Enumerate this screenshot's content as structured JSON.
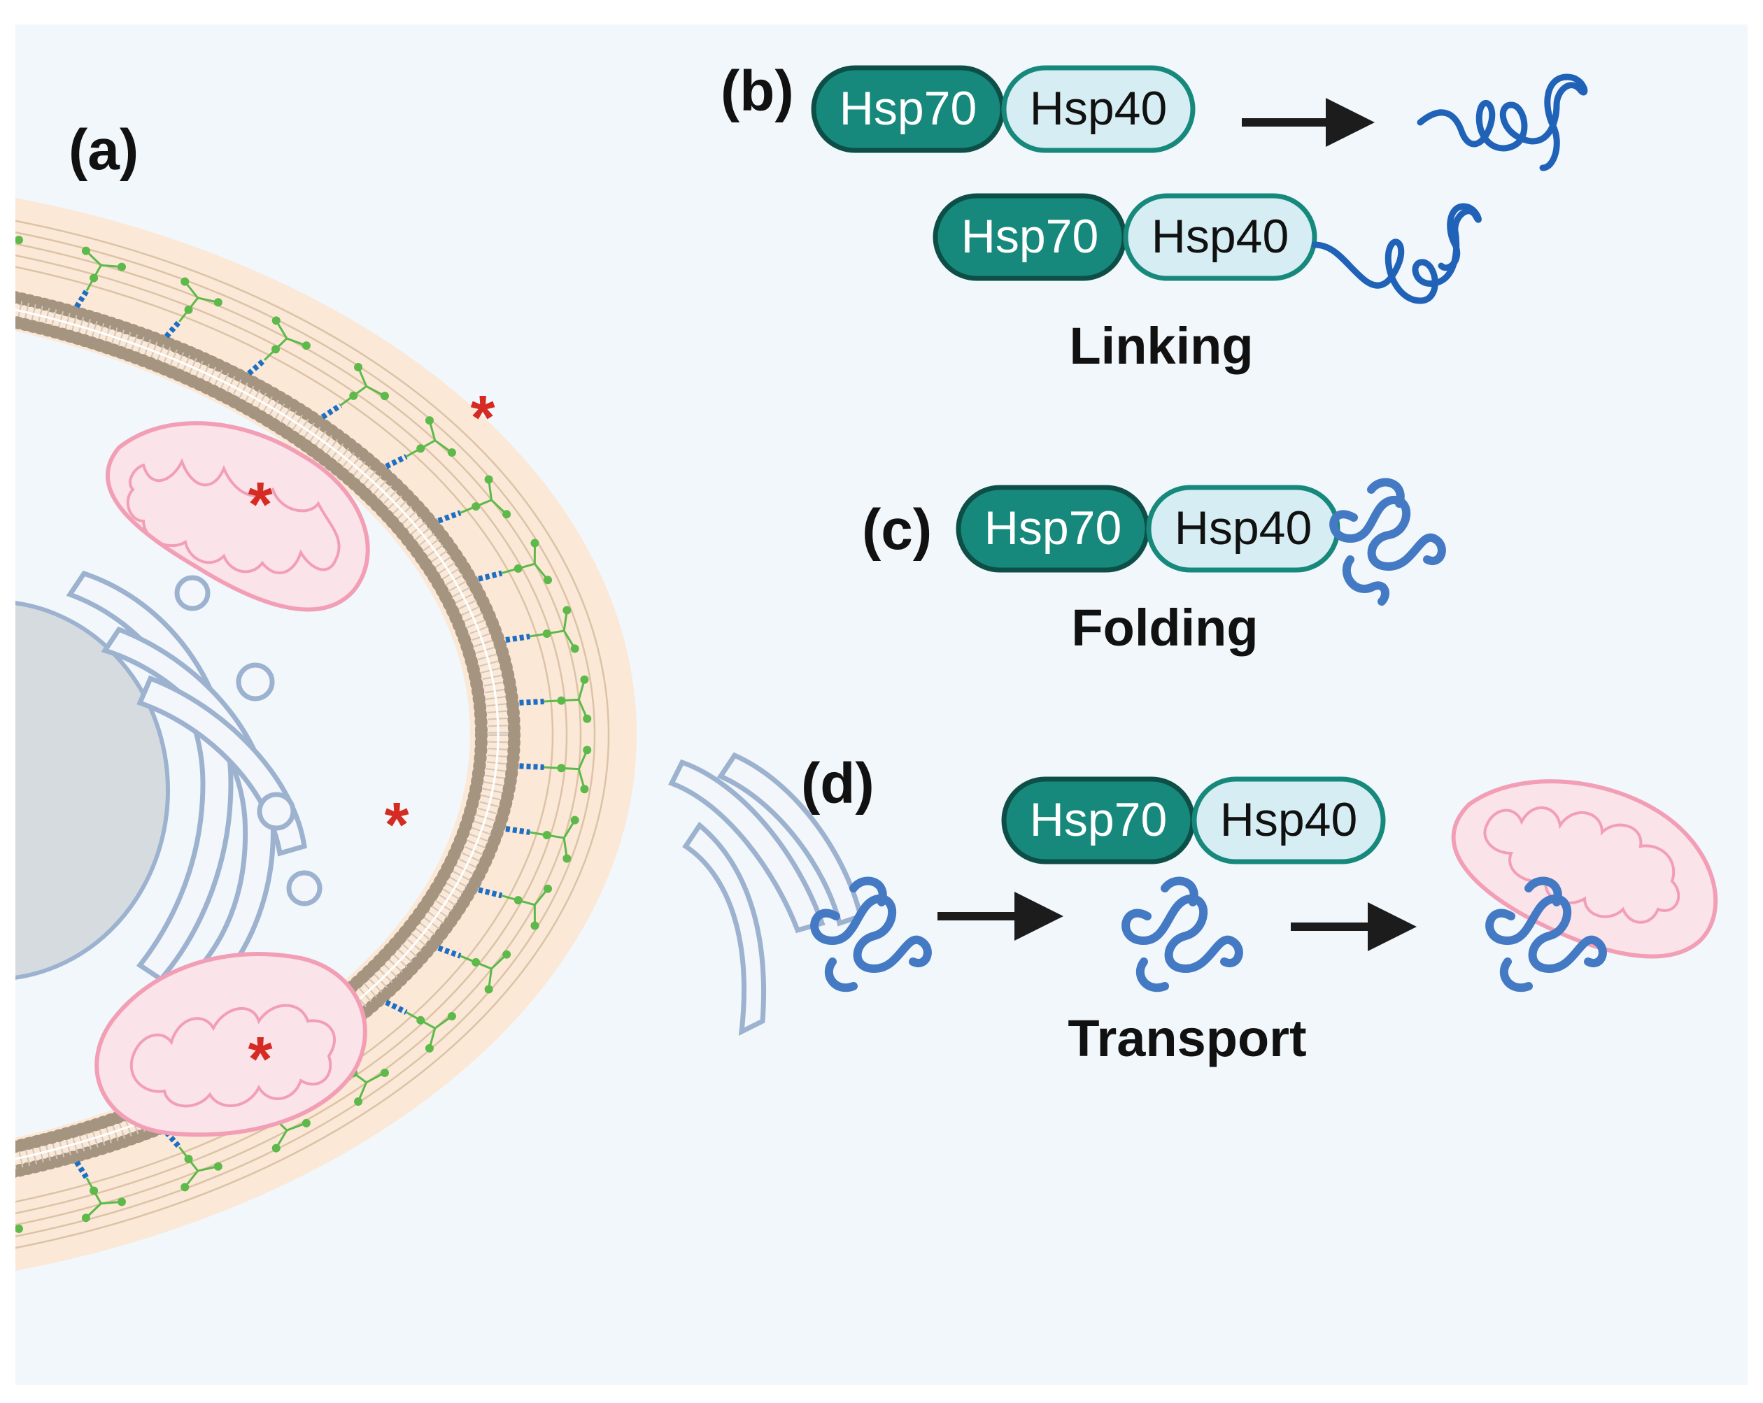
{
  "colors": {
    "background": "#f1f7fb",
    "hsp70_fill": "#17897c",
    "hsp70_stroke": "#0d4f47",
    "hsp40_fill": "#d6eef3",
    "hsp40_stroke": "#17897c",
    "membrane_bead": "#a59480",
    "glycocalyx": "#fbe8d6",
    "glycan_green": "#5cb94a",
    "glycan_link_blue": "#1e6fc4",
    "mito_fill": "#fbe3ea",
    "mito_stroke": "#f29fb6",
    "golgi_fill": "#f3f7fc",
    "golgi_stroke": "#9cb2cf",
    "nucleus_fill": "#d6dbe0",
    "protein_blue": "#1f62b8",
    "asterisk_red": "#d62b22",
    "arrow": "#1c1c1c"
  },
  "labels": {
    "panel_a": "(a)",
    "panel_b": "(b)",
    "panel_c": "(c)",
    "panel_d": "(d)"
  },
  "chaperones": {
    "hsp70": "Hsp70",
    "hsp40": "Hsp40"
  },
  "captions": {
    "linking": "Linking",
    "folding": "Folding",
    "transport": "Transport"
  },
  "markers": {
    "asterisk": "*"
  },
  "icons": [
    "cell-membrane-icon",
    "mitochondrion-icon",
    "golgi-icon",
    "nucleus-icon",
    "protein-coil-icon",
    "arrow-right-icon",
    "asterisk-icon"
  ]
}
